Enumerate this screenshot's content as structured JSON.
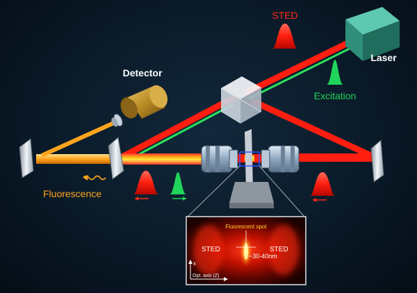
{
  "labels": {
    "sted_top": "STED",
    "laser": "Laser",
    "detector": "Detector",
    "excitation": "Excitation",
    "fluorescence": "Fluorescence"
  },
  "inset": {
    "fluorescent_spot": "Fluorescent spot",
    "sted_left": "STED",
    "sted_right": "STED",
    "size": "~30-40nm",
    "axis_x": "x",
    "opt_axis": "Opt. axis (Z)"
  },
  "colors": {
    "sted": "#ff2a1a",
    "excitation": "#18e05a",
    "fluorescence": "#ffa51e",
    "laser_box": "#2f8f7a",
    "detector_body": "#b98a25"
  }
}
